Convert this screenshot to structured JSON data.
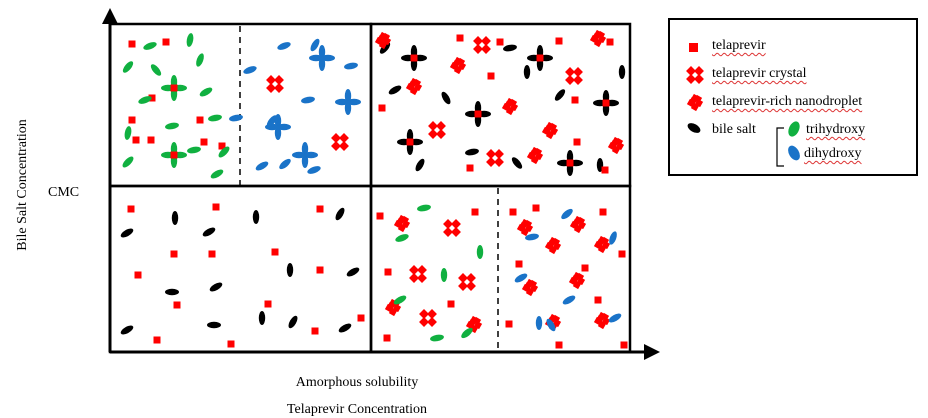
{
  "axes": {
    "y_label": "Bile Salt Concentration",
    "y_marker": "CMC",
    "x_marker": "Amorphous solubility",
    "x_label": "Telaprevir Concentration"
  },
  "legend": {
    "telaprevir": "telaprevir",
    "crystal": "telaprevir crystal",
    "nanodroplet": "telaprevir-rich nanodroplet",
    "bile_salt": "bile salt",
    "trihydroxy": "trihydroxy",
    "dihydroxy": "dihydroxy"
  },
  "colors": {
    "telaprevir": "#ff0000",
    "bile_salt": "#000000",
    "trihydroxy": "#10b040",
    "dihydroxy": "#1a73c8"
  }
}
